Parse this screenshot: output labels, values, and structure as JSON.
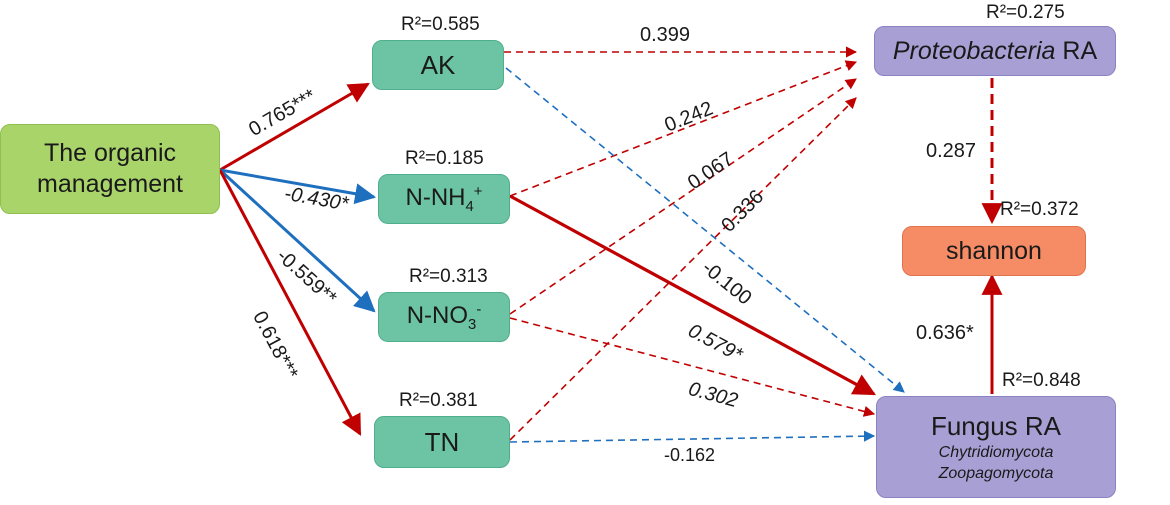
{
  "colors": {
    "positive": "#c00000",
    "negative": "#1f6fbf",
    "node_green": "#a9d46a",
    "node_teal": "#6cc4a4",
    "node_purple": "#a8a0d4",
    "node_orange": "#f68c66"
  },
  "nodes": {
    "organic": {
      "label_line1": "The organic",
      "label_line2": "management"
    },
    "ak": {
      "label": "AK",
      "r2": "R²=0.585"
    },
    "nh4": {
      "label": "N-NH",
      "sub": "4",
      "sup": "+",
      "r2": "R²=0.185"
    },
    "no3": {
      "label": "N-NO",
      "sub": "3",
      "sup": "-",
      "r2": "R²=0.313"
    },
    "tn": {
      "label": "TN",
      "r2": "R²=0.381"
    },
    "proteobacteria": {
      "label_italic": "Proteobacteria",
      "label_rest": " RA",
      "r2": "R²=0.275"
    },
    "shannon": {
      "label": "shannon",
      "r2": "R²=0.372"
    },
    "fungus": {
      "label": "Fungus RA",
      "sub1": "Chytridiomycota",
      "sub2": "Zoopagomycota",
      "r2": "R²=0.848"
    }
  },
  "paths": {
    "organic_ak": "0.765***",
    "organic_nh4": "-0.430*",
    "organic_no3": "-0.559**",
    "organic_tn": "0.618***",
    "ak_proteo": "0.399",
    "nh4_proteo": "0.242",
    "no3_proteo": "0.067",
    "tn_proteo": "0.336",
    "ak_fungus": "-0.100",
    "nh4_fungus": "0.579*",
    "no3_fungus": "0.302",
    "tn_fungus": "-0.162",
    "proteo_shannon": "0.287",
    "fungus_shannon": "0.636*"
  }
}
